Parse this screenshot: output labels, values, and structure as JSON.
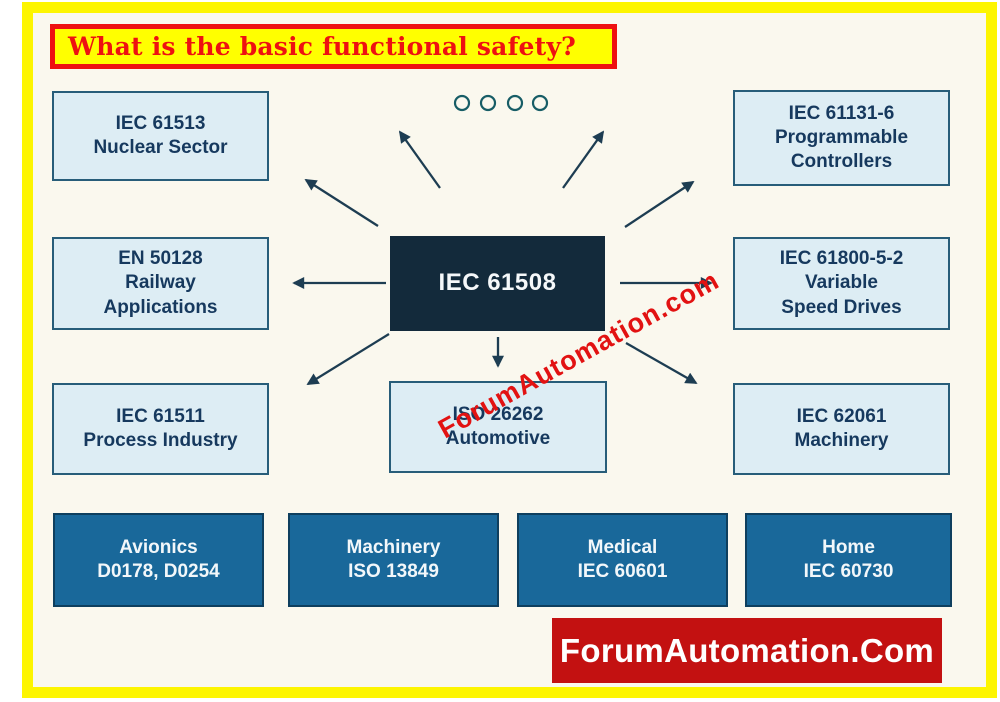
{
  "title": {
    "text": "What is the basic functional safety?"
  },
  "center_node": {
    "label": "IEC 61508"
  },
  "nodes": [
    {
      "id": "nuclear",
      "code": "IEC 61513",
      "label": "Nuclear Sector"
    },
    {
      "id": "controllers",
      "code": "IEC 61131-6",
      "label": "Programmable\nControllers"
    },
    {
      "id": "railway",
      "code": "EN 50128",
      "label": "Railway\nApplications"
    },
    {
      "id": "drives",
      "code": "IEC 61800-5-2",
      "label": "Variable\nSpeed Drives"
    },
    {
      "id": "process",
      "code": "IEC 61511",
      "label": "Process Industry"
    },
    {
      "id": "automotive",
      "code": "ISO 26262",
      "label": "Automotive"
    },
    {
      "id": "machinery",
      "code": "IEC 62061",
      "label": "Machinery"
    }
  ],
  "related_nodes": [
    {
      "label": "Avionics",
      "code": "D0178, D0254"
    },
    {
      "label": "Machinery",
      "code": "ISO 13849"
    },
    {
      "label": "Medical",
      "code": "IEC 60601"
    },
    {
      "label": "Home",
      "code": "IEC 60730"
    }
  ],
  "watermark": {
    "text": "ForumAutomation.com"
  },
  "banner": {
    "text": "ForumAutomation.Com"
  },
  "colors": {
    "frame_yellow": "#fdf500",
    "title_red": "#ee1111",
    "canvas_ivory": "#faf8ee",
    "node_fill": "#ddedf4",
    "node_border": "#275d79",
    "node_text": "#16395e",
    "center_fill": "#132a3b",
    "dark_node_fill": "#19689a",
    "arrow": "#1d3d52",
    "banner_red": "#c31111",
    "watermark_red": "#e21212"
  }
}
